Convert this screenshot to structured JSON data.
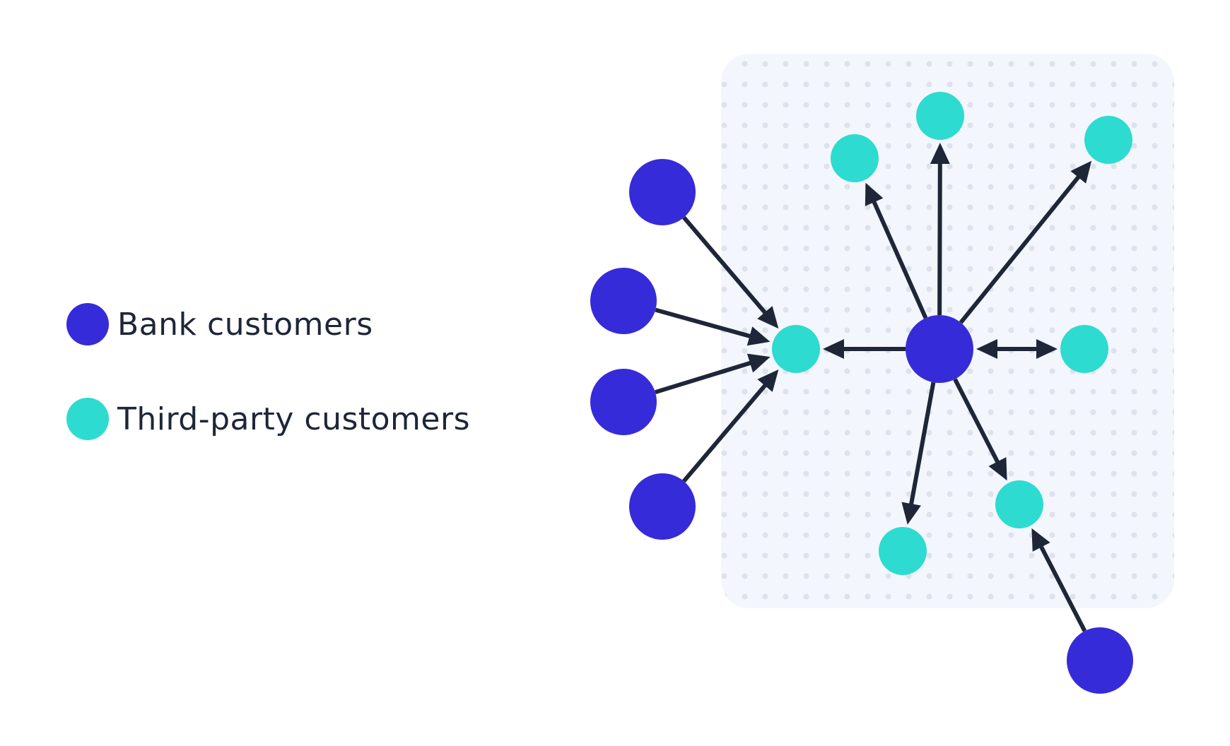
{
  "colors": {
    "bank": "#362BD9",
    "third_party": "#2EDBD0",
    "arrow": "#1E2638",
    "panel": "#F3F7FD",
    "panel_dots": "#DEE2EC",
    "text": "#1E2638"
  },
  "legend": [
    {
      "label": "Bank customers",
      "type": "bank"
    },
    {
      "label": "Third-party customers",
      "type": "third_party"
    }
  ],
  "diagram": {
    "nodes": [
      {
        "id": "hub",
        "type": "bank",
        "inside_panel": true
      },
      {
        "id": "target",
        "type": "third_party",
        "inside_panel": true
      },
      {
        "id": "bank_left_1",
        "type": "bank",
        "inside_panel": false
      },
      {
        "id": "bank_left_2",
        "type": "bank",
        "inside_panel": false
      },
      {
        "id": "bank_left_3",
        "type": "bank",
        "inside_panel": false
      },
      {
        "id": "bank_left_4",
        "type": "bank",
        "inside_panel": false
      },
      {
        "id": "tp_top_left",
        "type": "third_party",
        "inside_panel": true
      },
      {
        "id": "tp_top",
        "type": "third_party",
        "inside_panel": true
      },
      {
        "id": "tp_top_right",
        "type": "third_party",
        "inside_panel": true
      },
      {
        "id": "tp_right",
        "type": "third_party",
        "inside_panel": true
      },
      {
        "id": "tp_bottom_left",
        "type": "third_party",
        "inside_panel": true
      },
      {
        "id": "tp_bottom_right",
        "type": "third_party",
        "inside_panel": true
      },
      {
        "id": "bank_bottom",
        "type": "bank",
        "inside_panel": false
      }
    ],
    "edges": [
      {
        "from": "bank_left_1",
        "to": "target",
        "direction": "forward"
      },
      {
        "from": "bank_left_2",
        "to": "target",
        "direction": "forward"
      },
      {
        "from": "bank_left_3",
        "to": "target",
        "direction": "forward"
      },
      {
        "from": "bank_left_4",
        "to": "target",
        "direction": "forward"
      },
      {
        "from": "hub",
        "to": "target",
        "direction": "forward"
      },
      {
        "from": "hub",
        "to": "tp_top_left",
        "direction": "forward"
      },
      {
        "from": "hub",
        "to": "tp_top",
        "direction": "forward"
      },
      {
        "from": "hub",
        "to": "tp_top_right",
        "direction": "forward"
      },
      {
        "from": "hub",
        "to": "tp_right",
        "direction": "both"
      },
      {
        "from": "hub",
        "to": "tp_bottom_left",
        "direction": "forward"
      },
      {
        "from": "hub",
        "to": "tp_bottom_right",
        "direction": "forward"
      },
      {
        "from": "bank_bottom",
        "to": "tp_bottom_right",
        "direction": "forward"
      }
    ]
  }
}
